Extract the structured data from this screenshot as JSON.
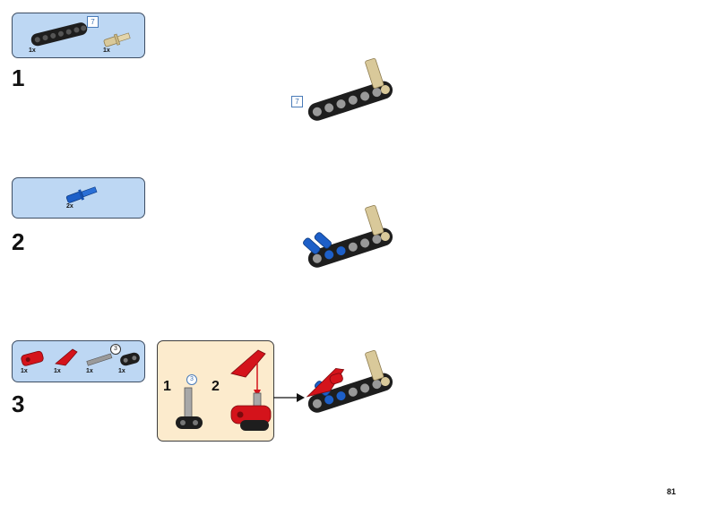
{
  "steps": [
    {
      "number": "1",
      "parts": [
        {
          "name": "beam-7",
          "qty": "1x"
        },
        {
          "name": "axle-pin",
          "qty": "1x"
        }
      ],
      "length_marker": "7",
      "model_length_marker": "7"
    },
    {
      "number": "2",
      "parts": [
        {
          "name": "blue-axle-pin",
          "qty": "2x"
        }
      ]
    },
    {
      "number": "3",
      "parts": [
        {
          "name": "red-connector",
          "qty": "1x"
        },
        {
          "name": "red-panel",
          "qty": "1x"
        },
        {
          "name": "grey-axle",
          "qty": "1x"
        },
        {
          "name": "black-beam-3",
          "qty": "1x"
        }
      ],
      "length_marker": "3",
      "subassembly": {
        "sub_steps": [
          "1",
          "2"
        ],
        "length_marker": "3"
      }
    }
  ],
  "page_number": "81",
  "colors": {
    "parts_box_bg": "#bdd7f3",
    "subassembly_bg": "#fcebcd",
    "beam_black": "#1e1e1e",
    "pin_tan": "#d9c99a",
    "pin_blue": "#1d5fc8",
    "part_red": "#d4131b"
  }
}
